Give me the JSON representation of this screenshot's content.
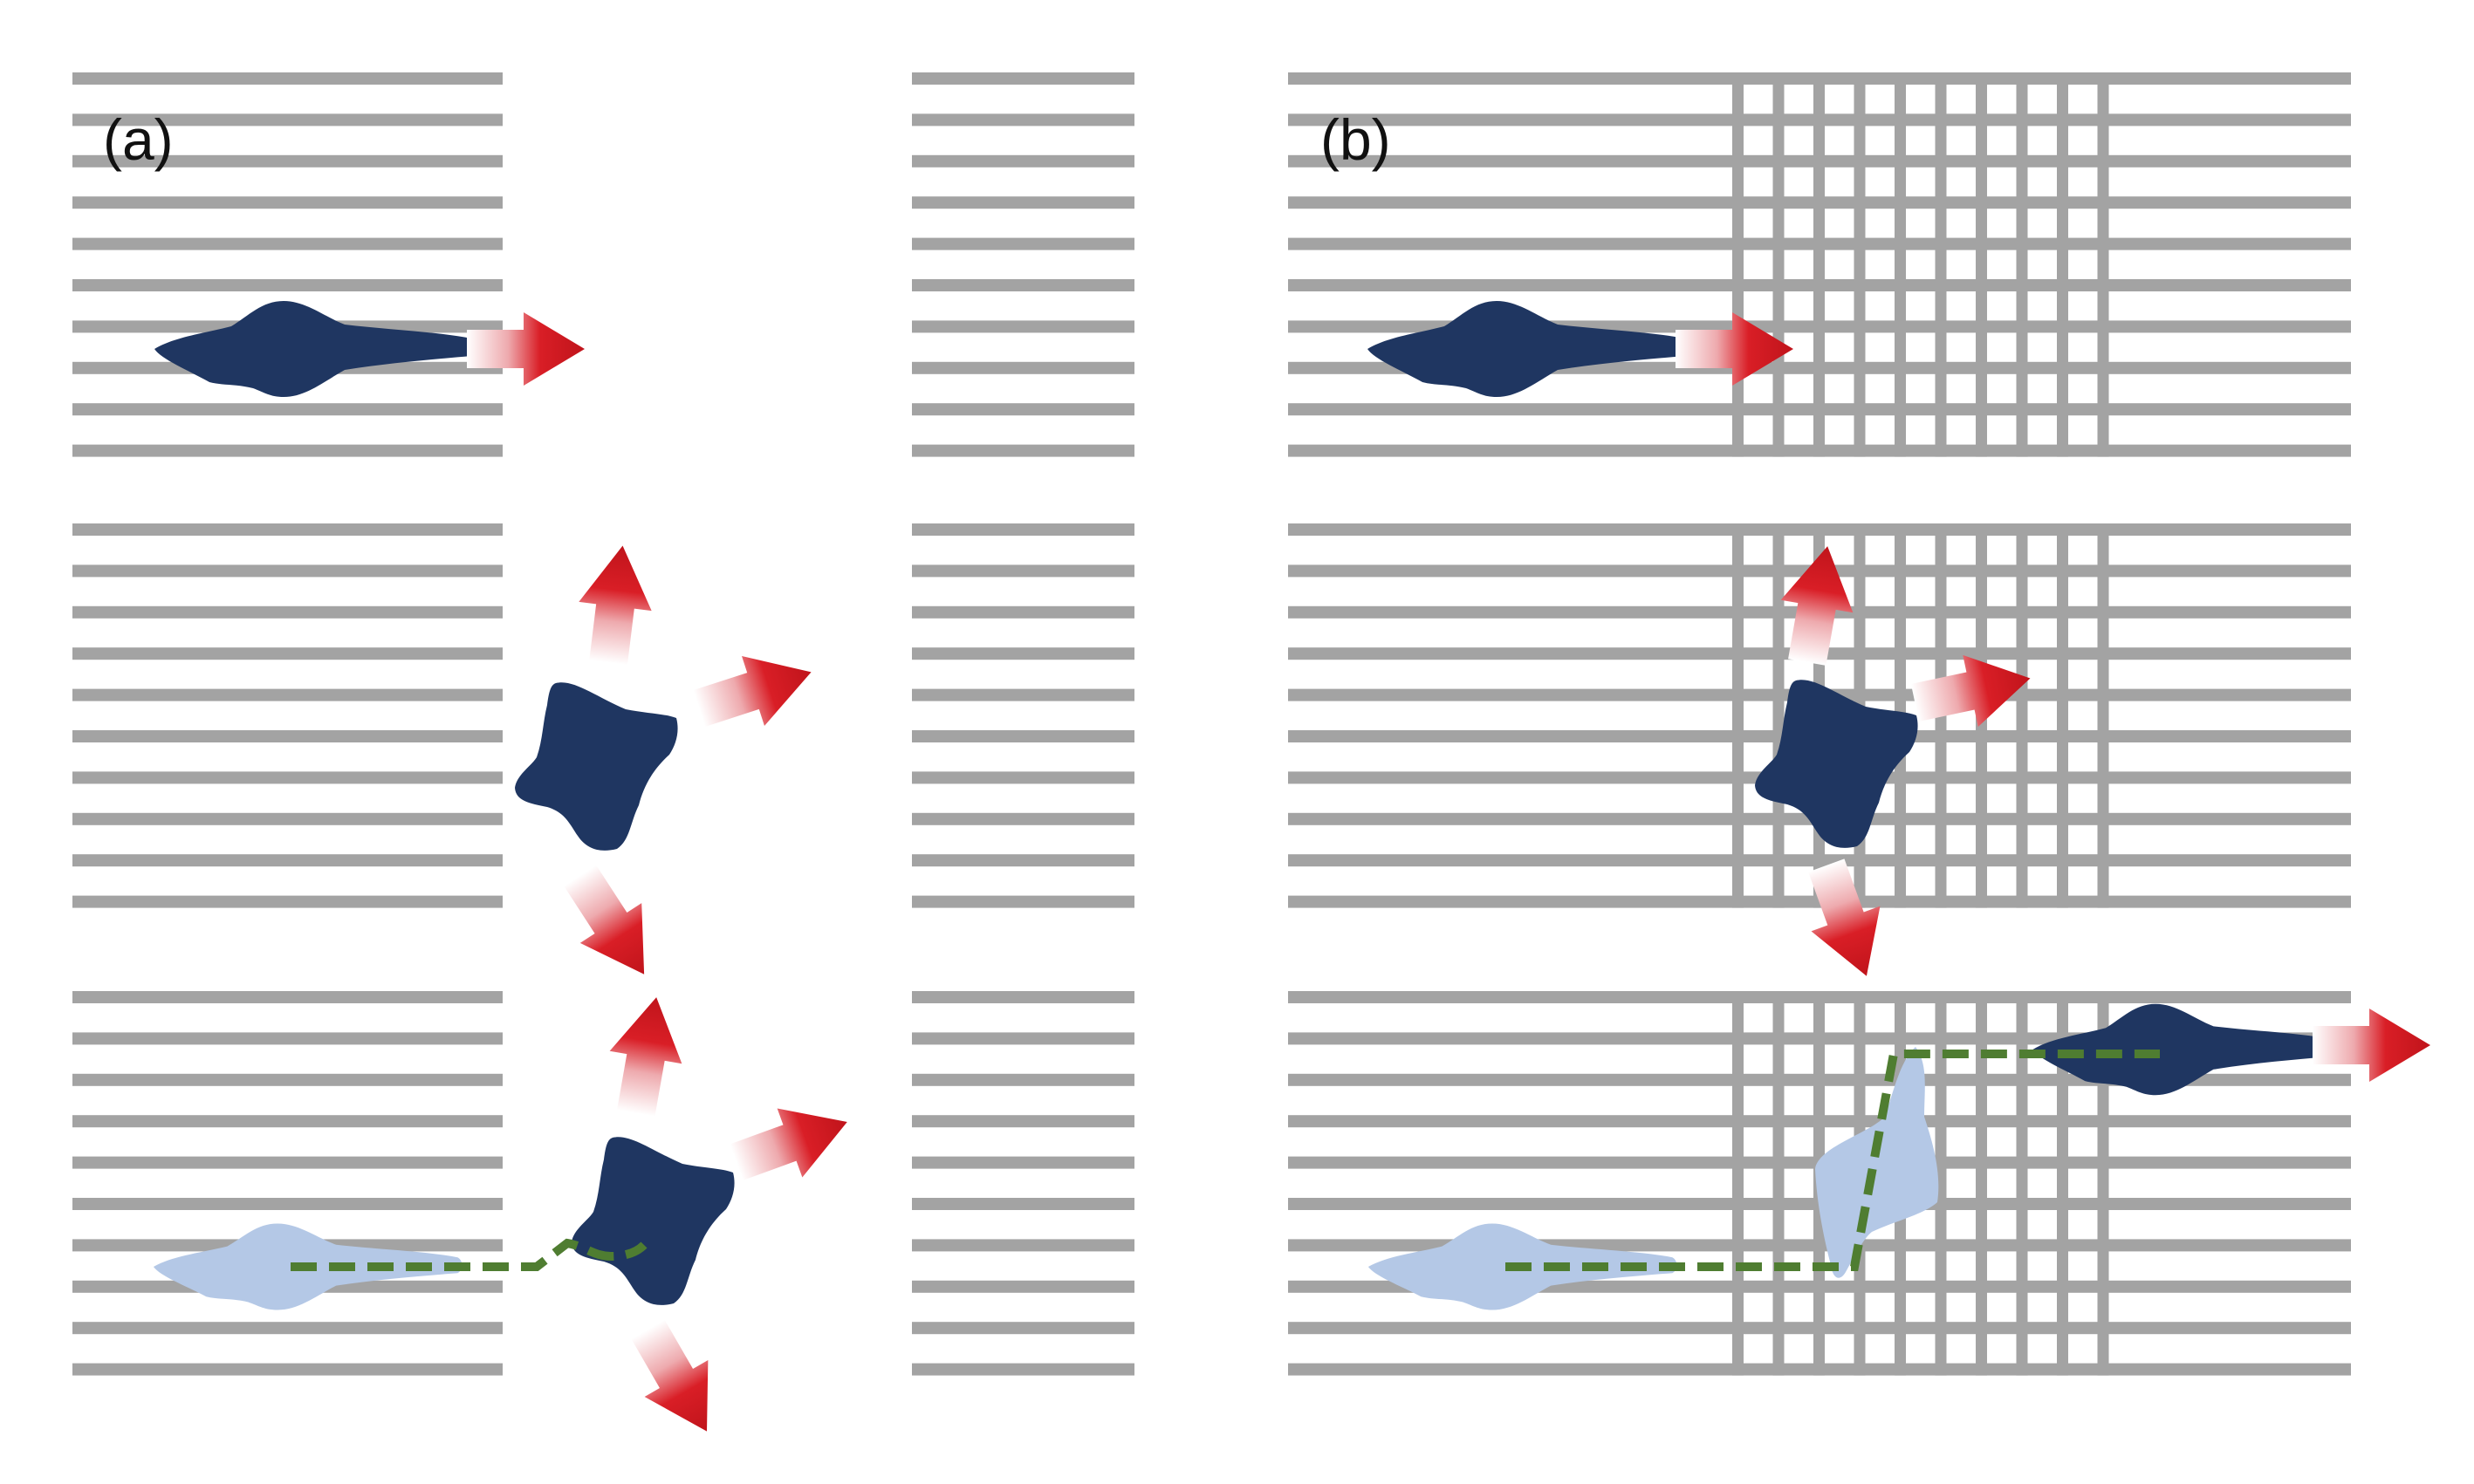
{
  "panels": [
    {
      "label": "(a)"
    },
    {
      "label": "(b)"
    }
  ],
  "colors": {
    "stripe": "#a3a3a3",
    "cell_dark": "#1f3661",
    "cell_light": "#b4c8e6",
    "arrow": "#d91e26",
    "arrow_fade": "#ffffff",
    "track": "#4f7d31",
    "background": "#ffffff"
  },
  "icons": {
    "cell": "migrating-cell",
    "arrow": "direction-arrow",
    "track": "migration-path"
  }
}
